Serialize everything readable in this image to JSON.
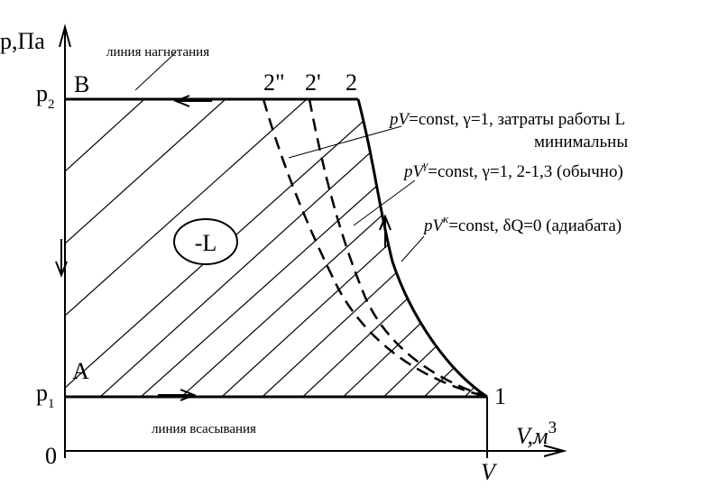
{
  "axes": {
    "y_label": "р,Па",
    "x_label": "V,м",
    "x_label_sup": "3",
    "origin": "0",
    "p1": "p",
    "p1_sub": "1",
    "p2": "p",
    "p2_sub": "2",
    "v_tick": "V"
  },
  "points": {
    "A": "A",
    "B": "B",
    "one": "1",
    "two": "2",
    "two_prime": "2'",
    "two_dprime": "2\""
  },
  "lines": {
    "discharge": "линия нагнетания",
    "suction": "линия всасывания"
  },
  "work_label": "-L",
  "curves": {
    "isothermal": {
      "formula_p": "p",
      "formula_v": "V",
      "text": "=const,  γ=1, затраты работы L",
      "text2": "минимальны"
    },
    "polytropic": {
      "formula_p": "p",
      "formula_v": "V",
      "formula_sup": "γ",
      "text": "=const,  γ=1, 2-1,3 (обычно)"
    },
    "adiabatic": {
      "formula_p": "p",
      "formula_v": "V",
      "formula_sup": "к",
      "text": "=const,     δQ=0 (адиабата)"
    }
  }
}
